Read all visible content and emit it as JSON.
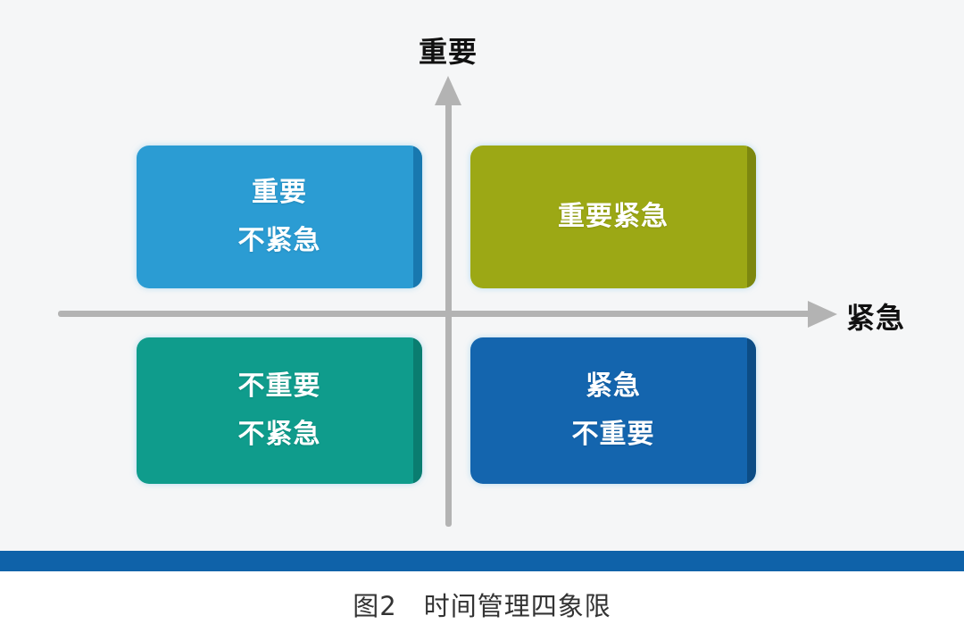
{
  "diagram": {
    "y_axis_label": "重要",
    "x_axis_label": "紧急",
    "quadrants": {
      "top_left": {
        "line1": "重要",
        "line2": "不紧急"
      },
      "top_right": {
        "line1": "重要紧急"
      },
      "bottom_left": {
        "line1": "不重要",
        "line2": "不紧急"
      },
      "bottom_right": {
        "line1": "紧急",
        "line2": "不重要"
      }
    }
  },
  "caption": {
    "figure_label": "图2",
    "title": "时间管理四象限"
  },
  "colors": {
    "background": "#f5f6f7",
    "axis": "#b3b3b3",
    "label_text": "#111111",
    "text_on_quadrant": "#ffffff",
    "quadrant_top_left": "#2b9cd3",
    "quadrant_top_left_edge": "#1878af",
    "quadrant_top_right": "#9ca815",
    "quadrant_top_right_edge": "#7c870f",
    "quadrant_bottom_left": "#0f9c8c",
    "quadrant_bottom_left_edge": "#0a7d70",
    "quadrant_bottom_right": "#1465ae",
    "quadrant_bottom_right_edge": "#0c4c85",
    "bottom_bar": "#0f62a9",
    "caption_text": "#333333"
  }
}
